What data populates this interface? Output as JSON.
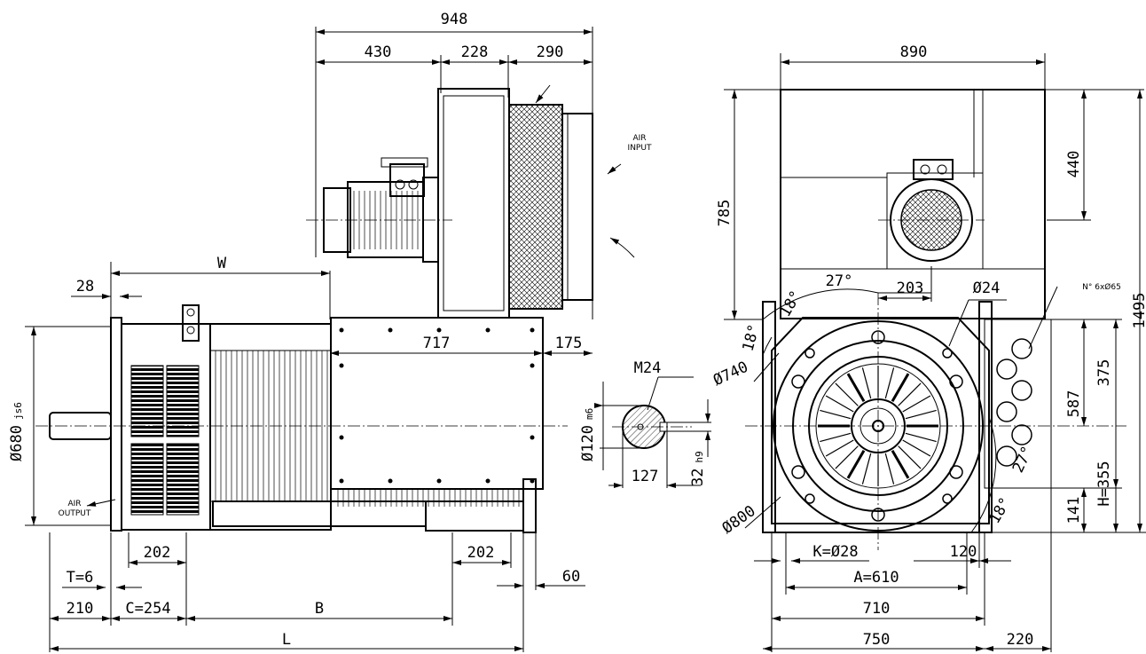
{
  "side_view": {
    "dims": {
      "total_948": "948",
      "d430": "430",
      "d228": "228",
      "d290": "290",
      "W": "W",
      "d28": "28",
      "d717": "717",
      "d175": "175",
      "shaft_dia": "Ø680",
      "shaft_tol": "js6",
      "d202_left": "202",
      "d202_right": "202",
      "T": "T=6",
      "d210": "210",
      "C": "C=254",
      "B": "B",
      "L": "L",
      "d60": "60"
    },
    "notes": {
      "air_output": [
        "AIR",
        "OUTPUT"
      ],
      "air_input": [
        "AIR",
        "INPUT"
      ]
    }
  },
  "shaft_detail": {
    "thread": "M24",
    "dia": "Ø120",
    "dia_tol": "m6",
    "d127": "127",
    "key": "32",
    "key_tol": "h9"
  },
  "end_view": {
    "dims": {
      "d890": "890",
      "d440": "440",
      "d785": "785",
      "d1495": "1495",
      "a18_top": "18°",
      "a27_top": "27°",
      "d203": "203",
      "phi24": "Ø24",
      "holes": "N° 6xØ65",
      "a18_left": "18°",
      "phi740": "Ø740",
      "d375": "375",
      "d587": "587",
      "a27_right": "27°",
      "d141": "141",
      "H": "H=355",
      "a18_bottom": "18°",
      "phi800": "Ø800",
      "K": "K=Ø28",
      "d120": "120",
      "A": "A=610",
      "d710": "710",
      "d750": "750",
      "d220": "220"
    }
  }
}
